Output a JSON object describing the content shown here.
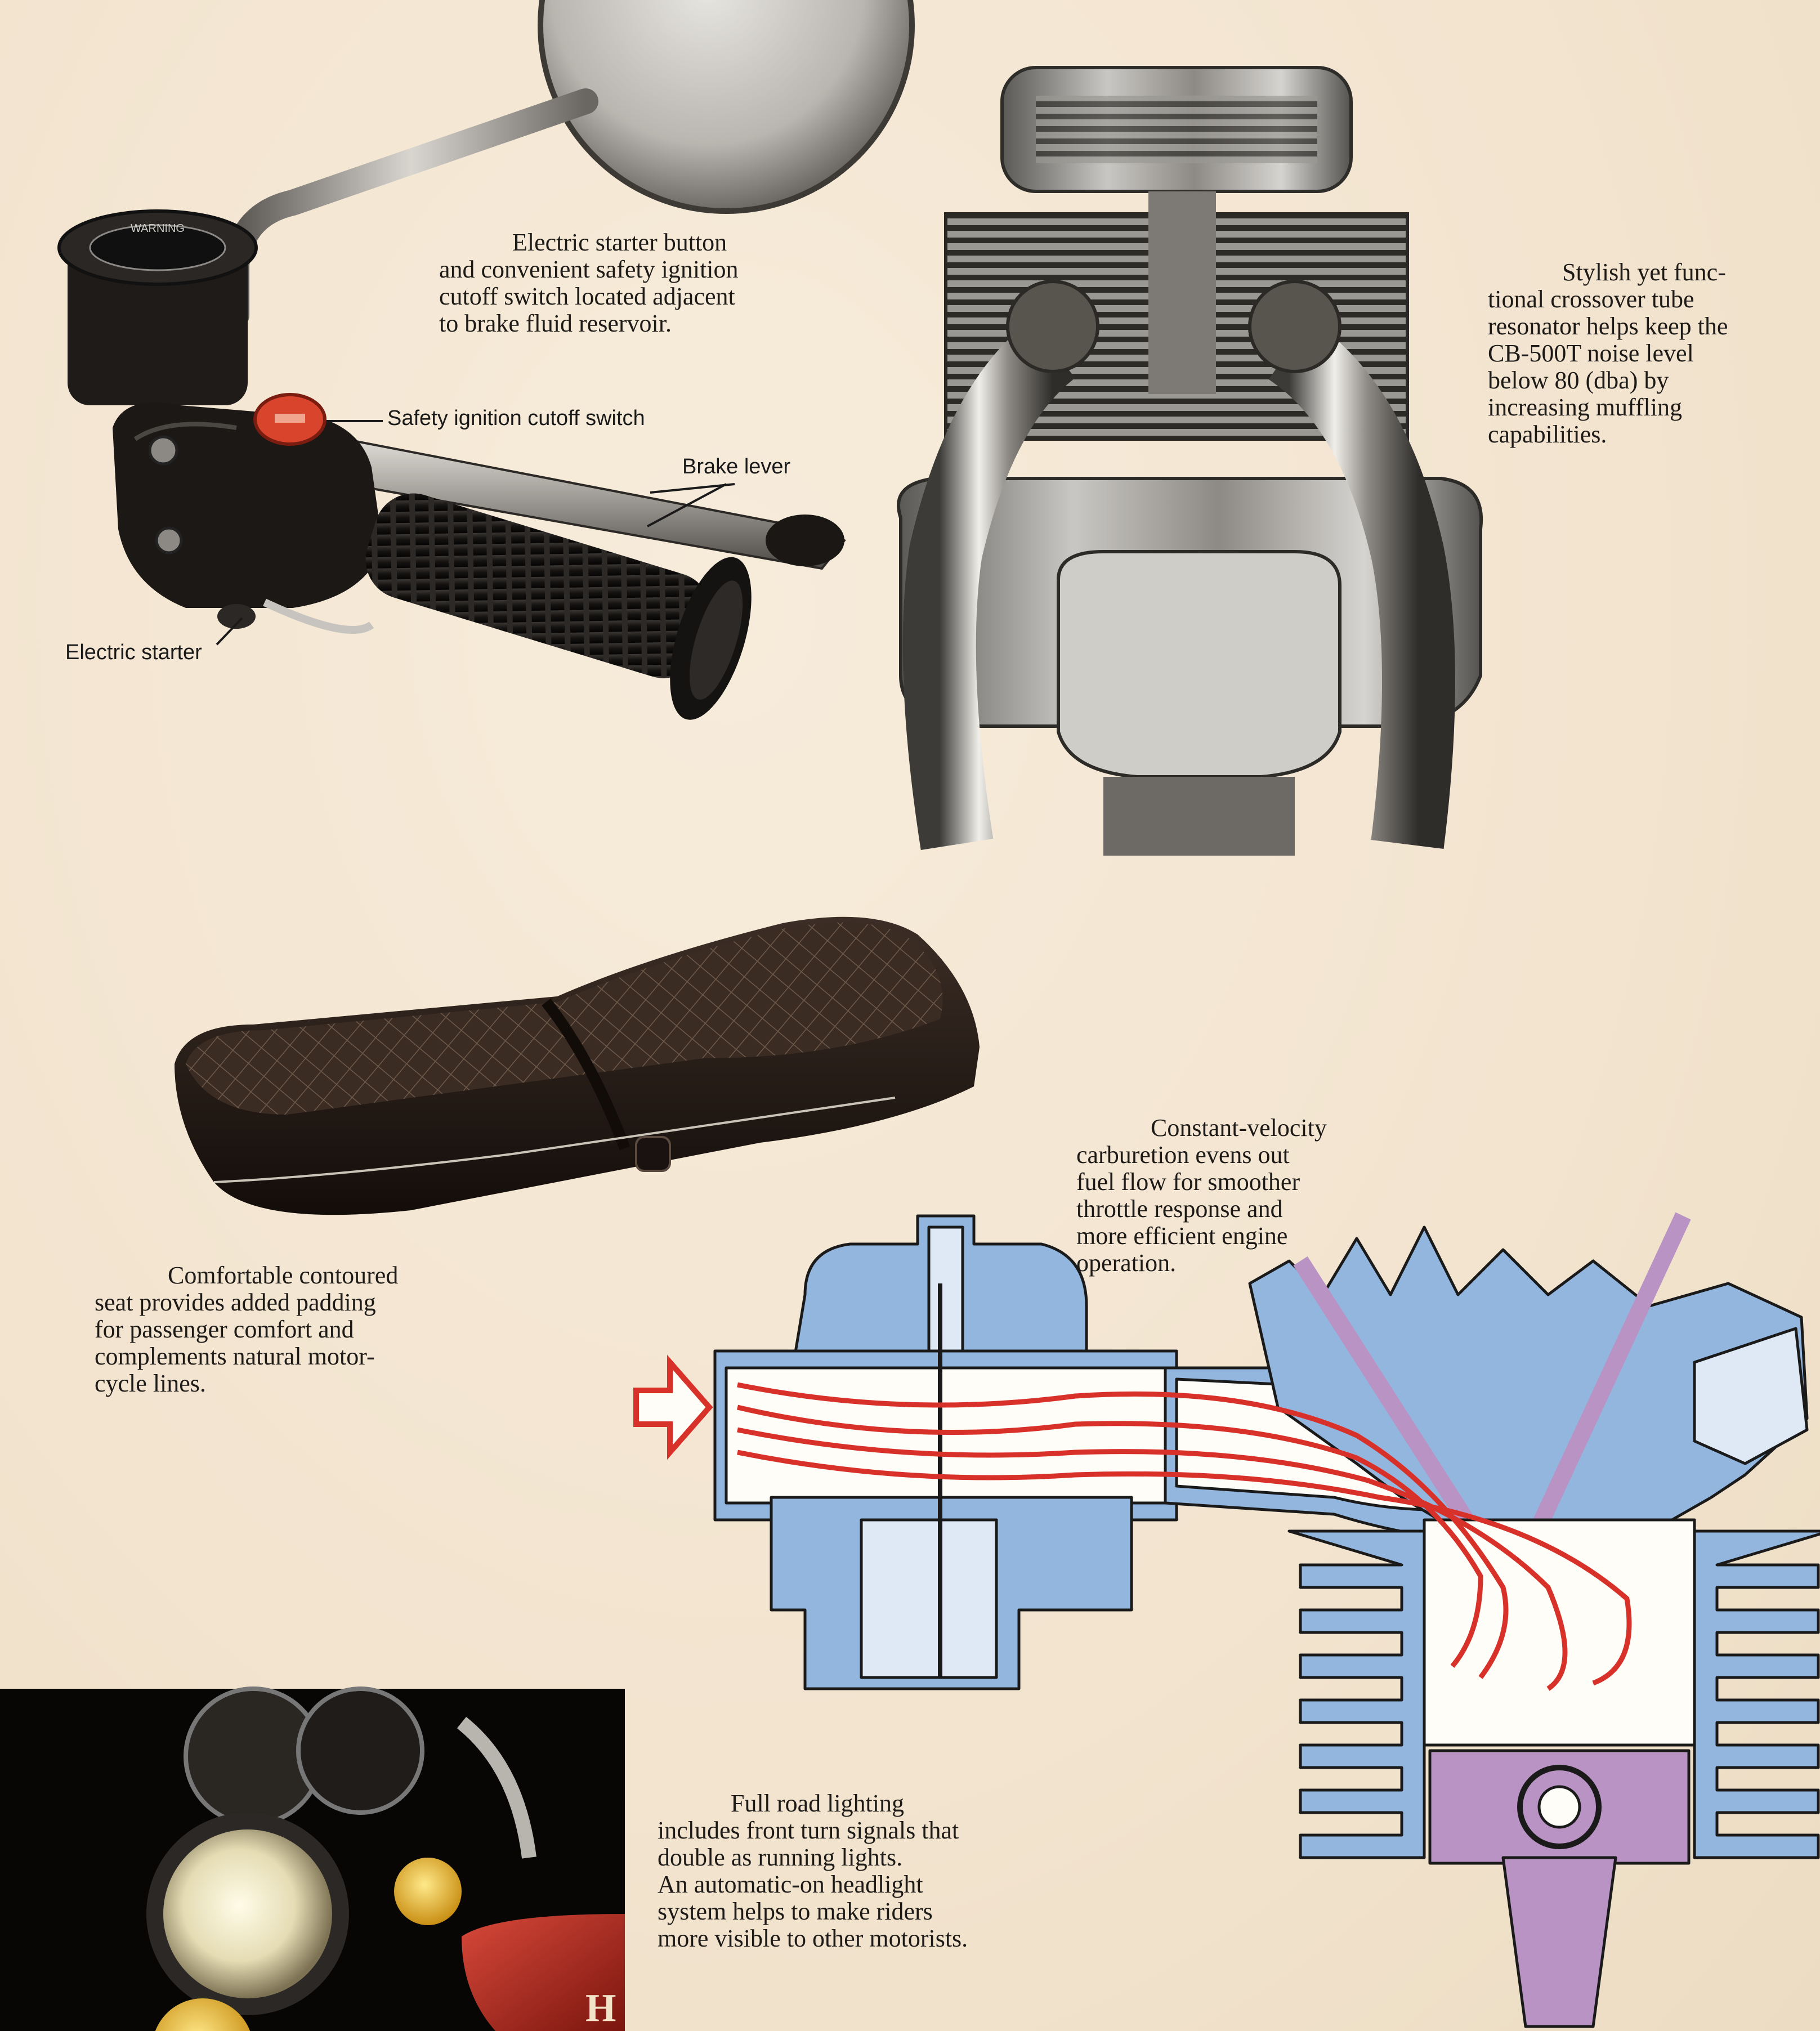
{
  "captions": {
    "starter": [
      "Electric starter button",
      "and convenient safety ignition",
      "cutoff switch located adjacent",
      "to brake fluid reservoir."
    ],
    "resonator": [
      "Stylish yet func-",
      "tional crossover tube",
      "resonator helps keep the",
      "CB-500T noise level",
      "below 80 (dba) by",
      "increasing muffling",
      "capabilities."
    ],
    "carburetion": [
      "Constant-velocity",
      "carburetion evens out",
      "fuel flow for smoother",
      "throttle response and",
      "more efficient engine",
      "operation."
    ],
    "seat": [
      "Comfortable contoured",
      "seat provides added padding",
      "for passenger comfort and",
      "complements natural motor-",
      "cycle lines."
    ],
    "lighting": [
      "Full road lighting",
      "includes front turn signals that",
      "double as running lights.",
      "An automatic-on headlight",
      "system helps to make riders",
      "more visible to other motorists."
    ]
  },
  "labels": {
    "safety_switch": "Safety ignition cutoff switch",
    "brake_lever": "Brake lever",
    "electric_starter": "Electric starter"
  },
  "reservoir_text": "WARNING",
  "tank_badge": "H",
  "colors": {
    "background": "#f3e6d3",
    "diagram_blue": "#93b6df",
    "flow_red": "#d8312a",
    "piston_purple": "#b893c4"
  }
}
